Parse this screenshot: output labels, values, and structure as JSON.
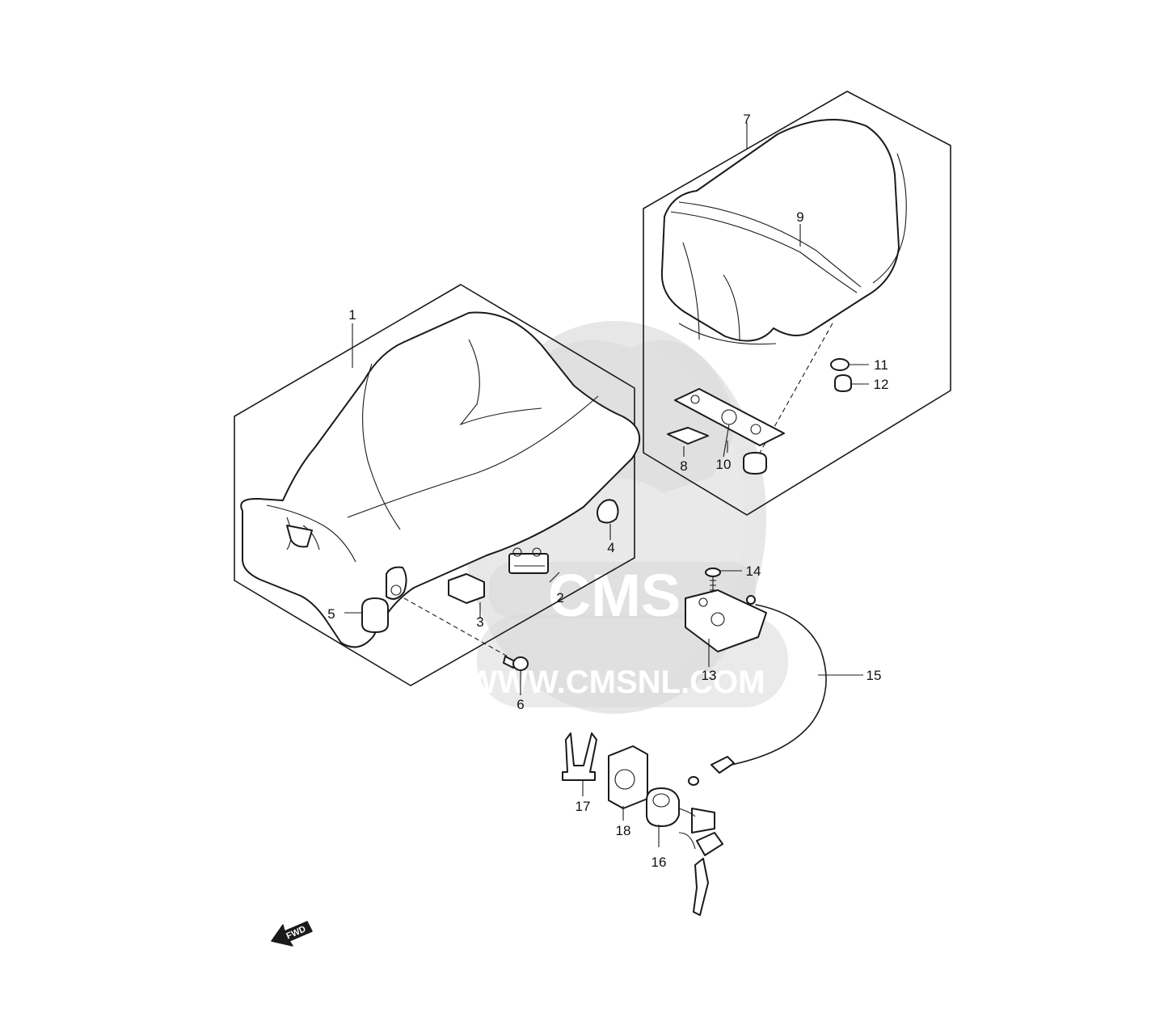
{
  "watermark": {
    "logo": "CMS",
    "url": "WWW.CMSNL.COM"
  },
  "direction_marker": {
    "label": "FWD",
    "icon": "arrow-left-icon"
  },
  "callouts": [
    {
      "id": "1",
      "label": "1"
    },
    {
      "id": "2",
      "label": "2"
    },
    {
      "id": "3",
      "label": "3"
    },
    {
      "id": "4",
      "label": "4"
    },
    {
      "id": "5",
      "label": "5"
    },
    {
      "id": "6",
      "label": "6"
    },
    {
      "id": "7",
      "label": "7"
    },
    {
      "id": "8",
      "label": "8"
    },
    {
      "id": "9",
      "label": "9"
    },
    {
      "id": "10",
      "label": "10"
    },
    {
      "id": "11",
      "label": "11"
    },
    {
      "id": "12",
      "label": "12"
    },
    {
      "id": "13",
      "label": "13"
    },
    {
      "id": "14",
      "label": "14"
    },
    {
      "id": "15",
      "label": "15"
    },
    {
      "id": "16",
      "label": "16"
    },
    {
      "id": "17",
      "label": "17"
    },
    {
      "id": "18",
      "label": "18"
    }
  ]
}
